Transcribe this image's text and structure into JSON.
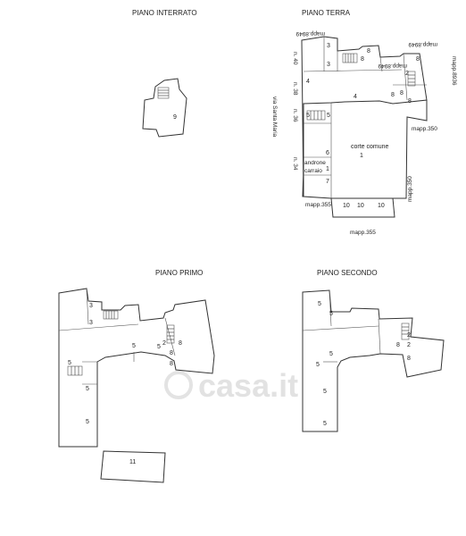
{
  "titles": {
    "basement": "PIANO  INTERRATO",
    "ground": "PIANO  TERRA",
    "first": "PIANO PRIMO",
    "second": "PIANO SECONDO"
  },
  "basement": {
    "room": "9"
  },
  "ground": {
    "street": "via Santa Maria",
    "civic": [
      "n. 40",
      "n. 38",
      "n. 36",
      "n. 34"
    ],
    "mapp_top_left": "mapp.8949",
    "mapp_top_mid": "mapp.8949",
    "mapp_top_right": "mapp.8949",
    "mapp_right": "mapp.8936",
    "mapp_350_a": "mapp.350",
    "mapp_350_b": "mapp.350",
    "mapp_355_a": "mapp.355",
    "mapp_355_b": "mapp.355",
    "courtyard_1": "corte comune",
    "courtyard_2": "1",
    "androne": "androne",
    "carraio": "carraio",
    "rooms": {
      "r3a": "3",
      "r3b": "3",
      "r4a": "4",
      "r4b": "4",
      "r5a": "5",
      "r5b": "5",
      "r6": "6",
      "r1": "1",
      "r7": "7",
      "r8a": "8",
      "r8b": "8",
      "r8c": "8",
      "r8d": "8",
      "r8e": "8",
      "r8f": "8",
      "r2": "2",
      "r10a": "10",
      "r10b": "10",
      "r10c": "10"
    }
  },
  "first": {
    "rooms": {
      "r3a": "3",
      "r3b": "3",
      "r5a": "5",
      "r5b": "5",
      "r5c": "5",
      "r5d": "5",
      "r5e": "5",
      "r2": "2",
      "r8a": "8",
      "r8b": "8",
      "r8c": "8",
      "r11": "11"
    }
  },
  "second": {
    "rooms": {
      "r5a": "5",
      "r5b": "5",
      "r5c": "5",
      "r5d": "5",
      "r5e": "5",
      "r5f": "5",
      "r8a": "8",
      "r8b": "8",
      "r2a": "2",
      "r2b": "2"
    }
  },
  "watermark": "casa.it"
}
